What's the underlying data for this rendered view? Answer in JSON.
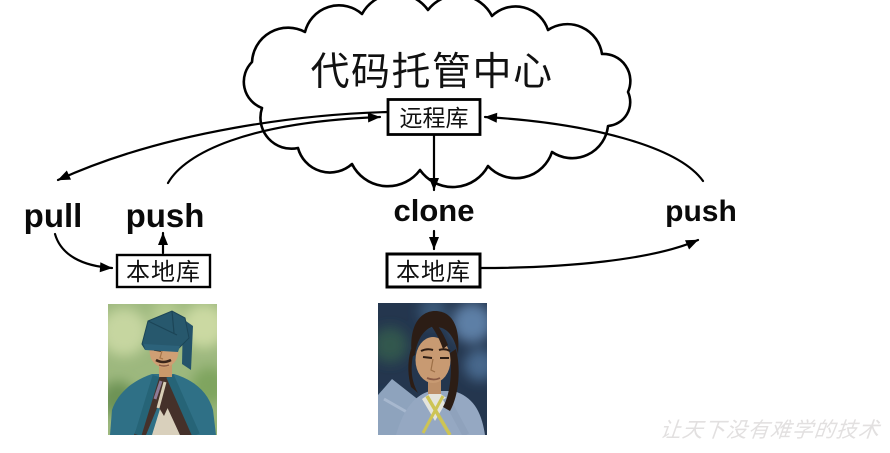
{
  "cloud": {
    "title": "代码托管中心",
    "remote_repo_label": "远程库"
  },
  "actions": {
    "pull": "pull",
    "push_left": "push",
    "clone": "clone",
    "push_right": "push"
  },
  "local_repos": {
    "left_label": "本地库",
    "middle_label": "本地库"
  },
  "photos": {
    "left": "man-in-teal-scholar-robe-and-hat",
    "right": "man-with-long-hair-gray-robe"
  },
  "watermark": "让天下没有难学的技术",
  "colors": {
    "ink": "#000000",
    "background": "#ffffff",
    "watermark_text": "#e2e0e0",
    "left_photo_background": "#9db87e",
    "left_robe_teal": "#2f7086",
    "right_photo_background": "#24364e",
    "right_robe_gray_blue": "#95a8c2"
  }
}
